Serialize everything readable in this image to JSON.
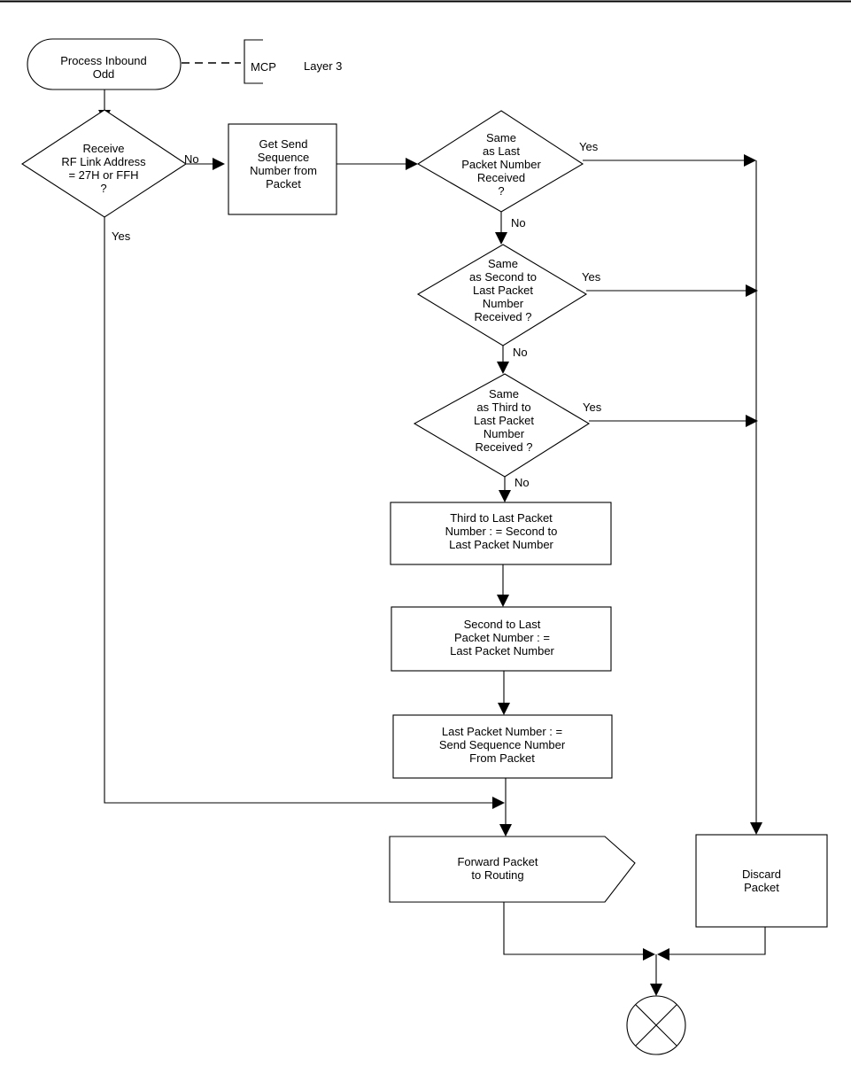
{
  "nodes": {
    "start": [
      "Process Inbound",
      "Odd"
    ],
    "annotation_label": "MCP",
    "annotation_layer": "Layer 3",
    "decision_rf": [
      "Receive",
      "RF Link Address",
      "= 27H or FFH",
      "?"
    ],
    "get_seq": [
      "Get Send",
      "Sequence",
      "Number from",
      "Packet"
    ],
    "decision_last": [
      "Same",
      "as Last",
      "Packet Number",
      "Received",
      "?"
    ],
    "decision_second": [
      "Same",
      "as Second to",
      "Last Packet",
      "Number",
      "Received ?"
    ],
    "decision_third": [
      "Same",
      "as Third to",
      "Last Packet",
      "Number",
      "Received ?"
    ],
    "assign_third": [
      "Third to Last Packet",
      "Number : = Second to",
      "Last Packet Number"
    ],
    "assign_second": [
      "Second to Last",
      "Packet Number : =",
      "Last Packet Number"
    ],
    "assign_last": [
      "Last Packet Number : =",
      "Send Sequence Number",
      "From Packet"
    ],
    "forward": [
      "Forward Packet",
      "to Routing"
    ],
    "discard": [
      "Discard",
      "Packet"
    ]
  },
  "labels": {
    "rf_no": "No",
    "rf_yes": "Yes",
    "last_yes": "Yes",
    "last_no": "No",
    "second_yes": "Yes",
    "second_no": "No",
    "third_yes": "Yes",
    "third_no": "No"
  }
}
